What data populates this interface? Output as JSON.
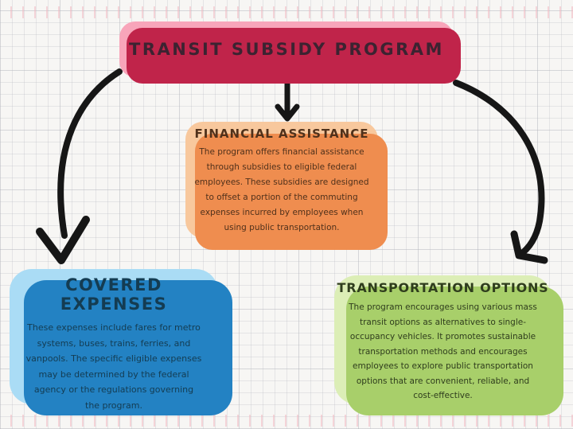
{
  "canvas": {
    "background": "#f7f6f4",
    "grid_line_color": "#e2e2e6",
    "accent_tick_color": "#f2b7c0",
    "arrow_color": "#161616"
  },
  "title_card": {
    "label": "TRANSIT SUBSIDY PROGRAM",
    "fill": "#f8a5ba",
    "shadow": "#c0244a",
    "text_color": "#3c2331"
  },
  "nodes": [
    {
      "id": "financial-assistance",
      "title": "FINANCIAL ASSISTANCE",
      "body": "The program offers financial assistance\nthrough subsidies to eligible federal\nemployees. These subsidies are designed\nto offset a portion of the commuting\nexpenses incurred by employees when\nusing public transportation.",
      "fill": "#f8c89d",
      "shadow": "#ef8d4f",
      "text_color": "#50311b"
    },
    {
      "id": "covered-expenses",
      "title": "COVERED EXPENSES",
      "body": "These expenses include fares for metro\nsystems, buses, trains, ferries, and\nvanpools. The specific eligible expenses\nmay be determined by the federal\nagency or the regulations governing\nthe program.",
      "fill": "#aadcf5",
      "shadow": "#2382c3",
      "text_color": "#143c52"
    },
    {
      "id": "transportation-options",
      "title": "TRANSPORTATION OPTIONS",
      "body": "The program encourages using various mass\ntransit options as alternatives to single-\noccupancy vehicles. It promotes sustainable\ntransportation methods and encourages\nemployees to explore public transportation\noptions that are convenient, reliable, and\ncost-effective.",
      "fill": "#dceeb6",
      "shadow": "#a8cf6a",
      "text_color": "#2f3d1d"
    }
  ],
  "arrows": [
    {
      "from": "transit-subsidy-program",
      "to": "covered-expenses"
    },
    {
      "from": "transit-subsidy-program",
      "to": "financial-assistance"
    },
    {
      "from": "transit-subsidy-program",
      "to": "transportation-options"
    }
  ]
}
